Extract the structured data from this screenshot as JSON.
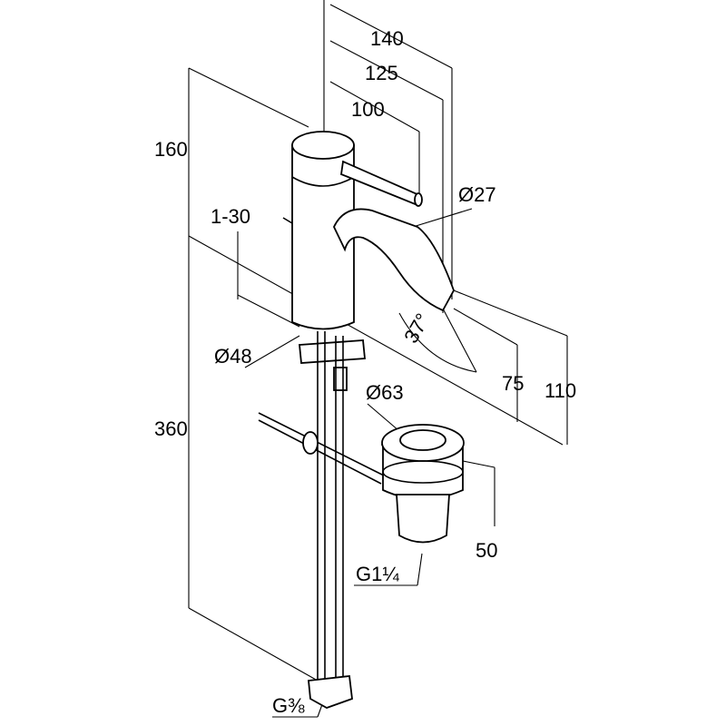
{
  "title": "Basin mixer dimension drawing",
  "dimensions": {
    "width_140": "140",
    "width_125": "125",
    "width_100": "100",
    "height_160": "160",
    "spout_diameter": "Ø27",
    "deck_thickness": "1-30",
    "body_diameter": "Ø48",
    "spout_angle": "37°",
    "spout_height_75": "75",
    "spout_height_110": "110",
    "drain_diameter": "Ø63",
    "hose_length_360": "360",
    "drain_height_50": "50",
    "drain_thread": "G1¼",
    "hose_thread": "G⅜"
  }
}
